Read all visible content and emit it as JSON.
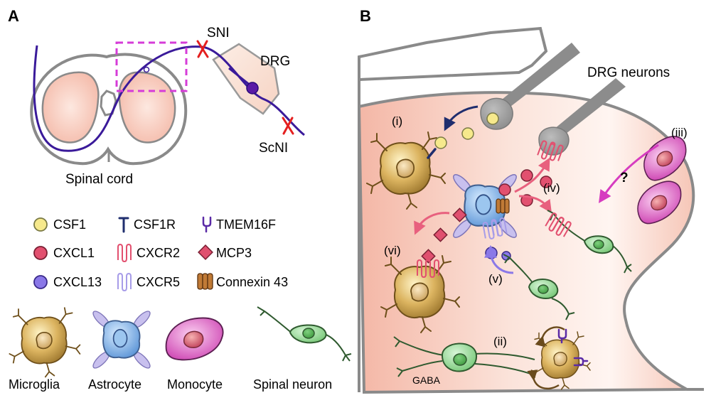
{
  "panel_a": {
    "letter": "A",
    "spinal_cord": "Spinal cord",
    "drg": "DRG",
    "sni": "SNI",
    "scni": "ScNI"
  },
  "panel_b": {
    "letter": "B",
    "drg_neurons": "DRG neurons",
    "roman": {
      "i": "(i)",
      "ii": "(ii)",
      "iii": "(iii)",
      "iv": "(iv)",
      "v": "(v)",
      "vi": "(vi)"
    },
    "question": "?",
    "gaba": "GABA"
  },
  "legend": {
    "csf1": "CSF1",
    "csf1r": "CSF1R",
    "tmem16f": "TMEM16F",
    "cxcl1": "CXCL1",
    "cxcr2": "CXCR2",
    "mcp3": "MCP3",
    "cxcl13": "CXCL13",
    "cxcr5": "CXCR5",
    "connexin43": "Connexin 43"
  },
  "cell_types": {
    "microglia": "Microglia",
    "astrocyte": "Astrocyte",
    "monocyte": "Monocyte",
    "spinal_neuron": "Spinal neuron"
  },
  "colors": {
    "csf1": "#f6e98c",
    "cxcl1": "#e2506f",
    "cxcl13": "#8a78e8",
    "mcp3": "#e0506f",
    "microglia": "#d4ad55",
    "astrocyte": "#7fb2e8",
    "monocyte": "#e266c8",
    "neuron": "#8fd88f",
    "nerve": "#3a1a9a",
    "tissue": "#f7c9bb"
  }
}
